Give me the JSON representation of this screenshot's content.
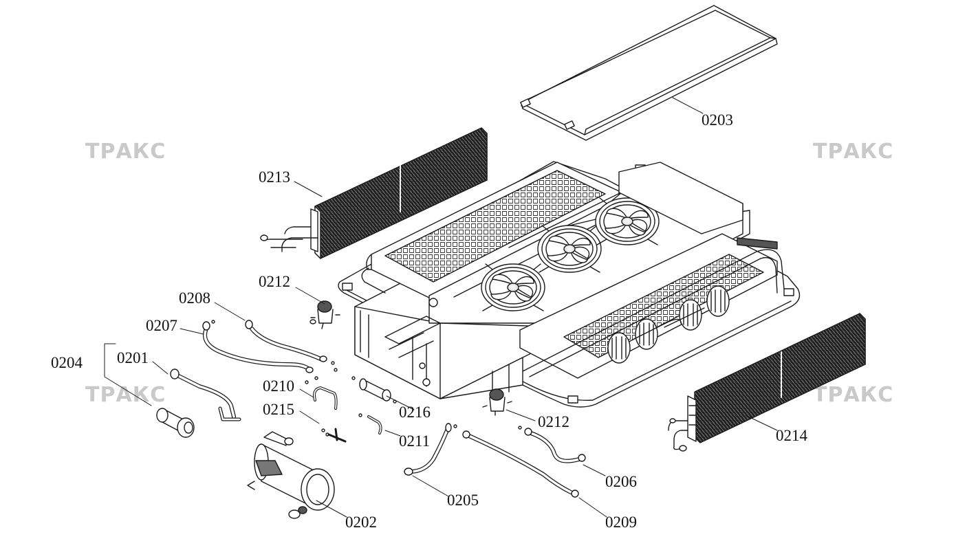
{
  "watermark": {
    "text": "ТРАКС",
    "color": "#c9c9c9"
  },
  "diagram": {
    "line_color": "#1a1a1a",
    "parts": [
      {
        "id": "p0203",
        "label": "0203",
        "icon": "roof-cover-panel"
      },
      {
        "id": "p0213",
        "label": "0213",
        "icon": "heat-exchanger-coil"
      },
      {
        "id": "p0212a",
        "label": "0212",
        "icon": "expansion-valve"
      },
      {
        "id": "p0208",
        "label": "0208",
        "icon": "refrigerant-hose"
      },
      {
        "id": "p0207",
        "label": "0207",
        "icon": "refrigerant-hose"
      },
      {
        "id": "p0204",
        "label": "0204",
        "icon": "receiver-drier"
      },
      {
        "id": "p0201",
        "label": "0201",
        "icon": "refrigerant-pipe"
      },
      {
        "id": "p0210",
        "label": "0210",
        "icon": "u-tube"
      },
      {
        "id": "p0215",
        "label": "0215",
        "icon": "tee-fitting"
      },
      {
        "id": "p0216",
        "label": "0216",
        "icon": "filter"
      },
      {
        "id": "p0211",
        "label": "0211",
        "icon": "elbow-fitting"
      },
      {
        "id": "p0212b",
        "label": "0212",
        "icon": "expansion-valve"
      },
      {
        "id": "p0214",
        "label": "0214",
        "icon": "heat-exchanger-coil"
      },
      {
        "id": "p0202",
        "label": "0202",
        "icon": "compressor"
      },
      {
        "id": "p0205",
        "label": "0205",
        "icon": "refrigerant-hose"
      },
      {
        "id": "p0206",
        "label": "0206",
        "icon": "refrigerant-hose"
      },
      {
        "id": "p0209",
        "label": "0209",
        "icon": "refrigerant-hose"
      }
    ]
  }
}
